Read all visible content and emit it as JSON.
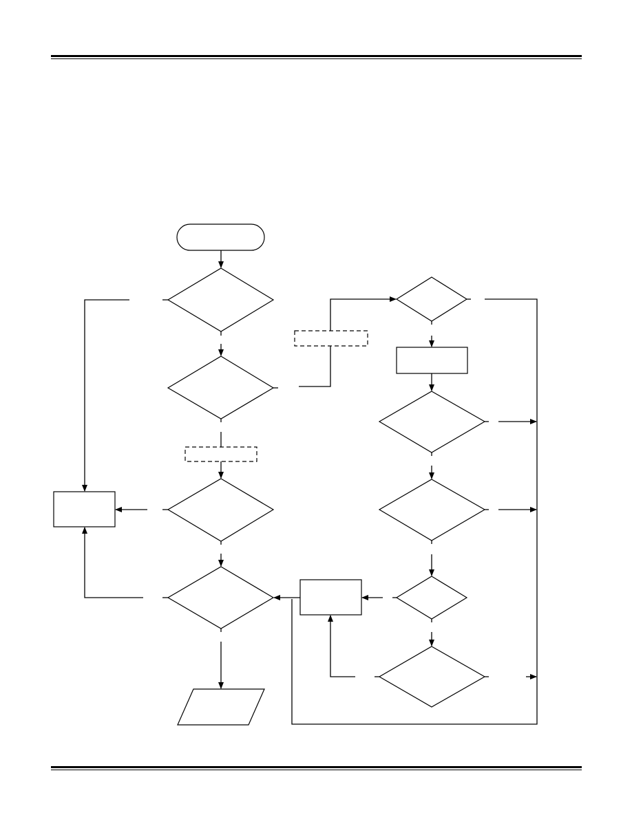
{
  "page": {
    "header_rule": "",
    "footer_rule": ""
  },
  "diagram": {
    "nodes": [
      {
        "id": "start",
        "shape": "terminator",
        "text": ""
      },
      {
        "id": "decision-1",
        "shape": "decision",
        "text": ""
      },
      {
        "id": "decision-2",
        "shape": "decision",
        "text": ""
      },
      {
        "id": "decision-3",
        "shape": "decision",
        "text": ""
      },
      {
        "id": "decision-4",
        "shape": "decision",
        "text": ""
      },
      {
        "id": "left-process",
        "shape": "process",
        "text": ""
      },
      {
        "id": "output",
        "shape": "data",
        "text": ""
      },
      {
        "id": "dashed-box-1",
        "shape": "dashed-process",
        "text": ""
      },
      {
        "id": "dashed-box-2",
        "shape": "dashed-process",
        "text": ""
      },
      {
        "id": "right-decision-1",
        "shape": "decision",
        "text": ""
      },
      {
        "id": "right-process",
        "shape": "process",
        "text": ""
      },
      {
        "id": "right-decision-2",
        "shape": "decision",
        "text": ""
      },
      {
        "id": "right-decision-3",
        "shape": "decision",
        "text": ""
      },
      {
        "id": "right-decision-4",
        "shape": "decision",
        "text": ""
      },
      {
        "id": "right-decision-5",
        "shape": "decision",
        "text": ""
      },
      {
        "id": "middle-process",
        "shape": "process",
        "text": ""
      }
    ],
    "colors": {
      "stroke": "#000000",
      "fill": "#ffffff"
    }
  }
}
